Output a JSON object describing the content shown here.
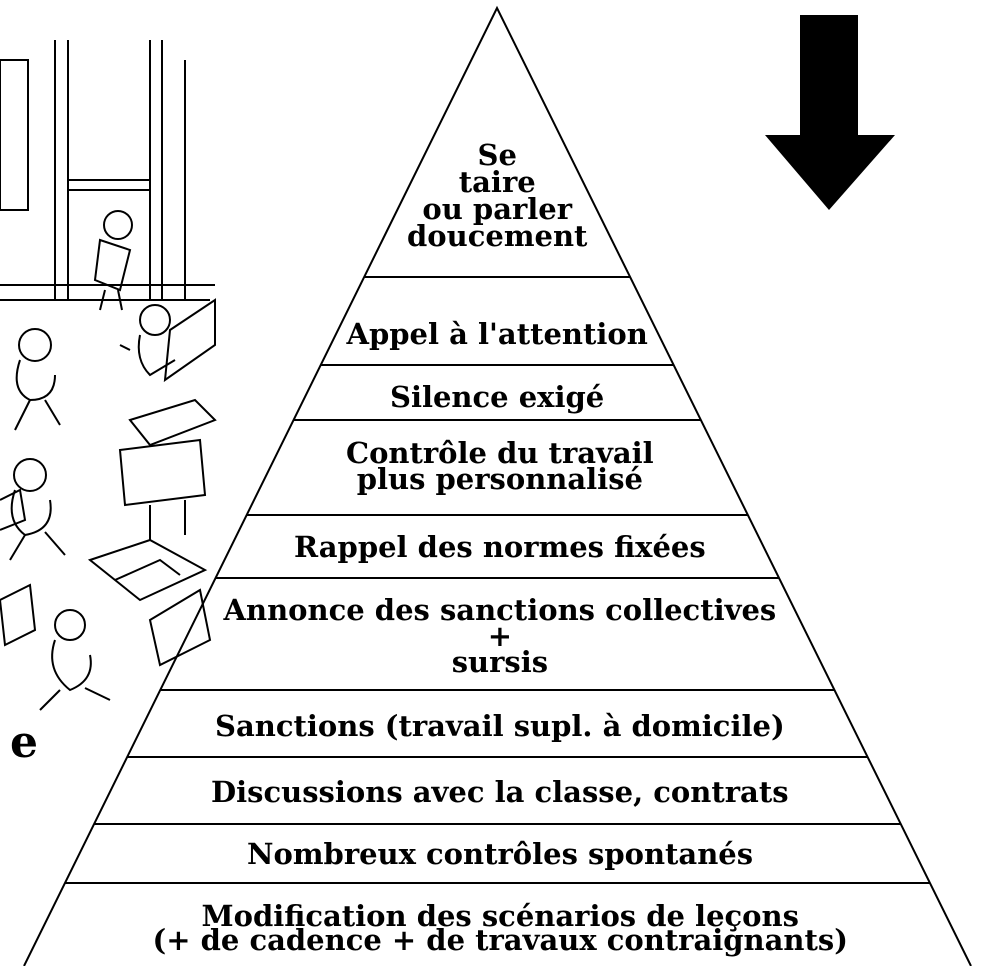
{
  "pyramid": {
    "levels": [
      {
        "lines": [
          "Se",
          "taire",
          "ou parler",
          "doucement"
        ]
      },
      {
        "lines": [
          "Appel à l'attention"
        ]
      },
      {
        "lines": [
          "Silence exigé"
        ]
      },
      {
        "lines": [
          "Contrôle du travail",
          "plus personnalisé"
        ]
      },
      {
        "lines": [
          "Rappel des normes fixées"
        ]
      },
      {
        "lines": [
          "Annonce des sanctions collectives",
          "+",
          "sursis"
        ]
      },
      {
        "lines": [
          "Sanctions (travail supl. à domicile)"
        ]
      },
      {
        "lines": [
          "Discussions avec la classe, contrats"
        ]
      },
      {
        "lines": [
          "Nombreux contrôles spontanés"
        ]
      },
      {
        "lines": [
          "Modification des scénarios de leçons",
          "(+ de cadence  + de travaux contraignants)"
        ]
      }
    ]
  },
  "arrow": {
    "direction": "down",
    "icon": "down-arrow-icon",
    "color": "#000000"
  },
  "illustration": {
    "description_icon": "classroom-cartoon-icon",
    "partial_text": "e"
  }
}
